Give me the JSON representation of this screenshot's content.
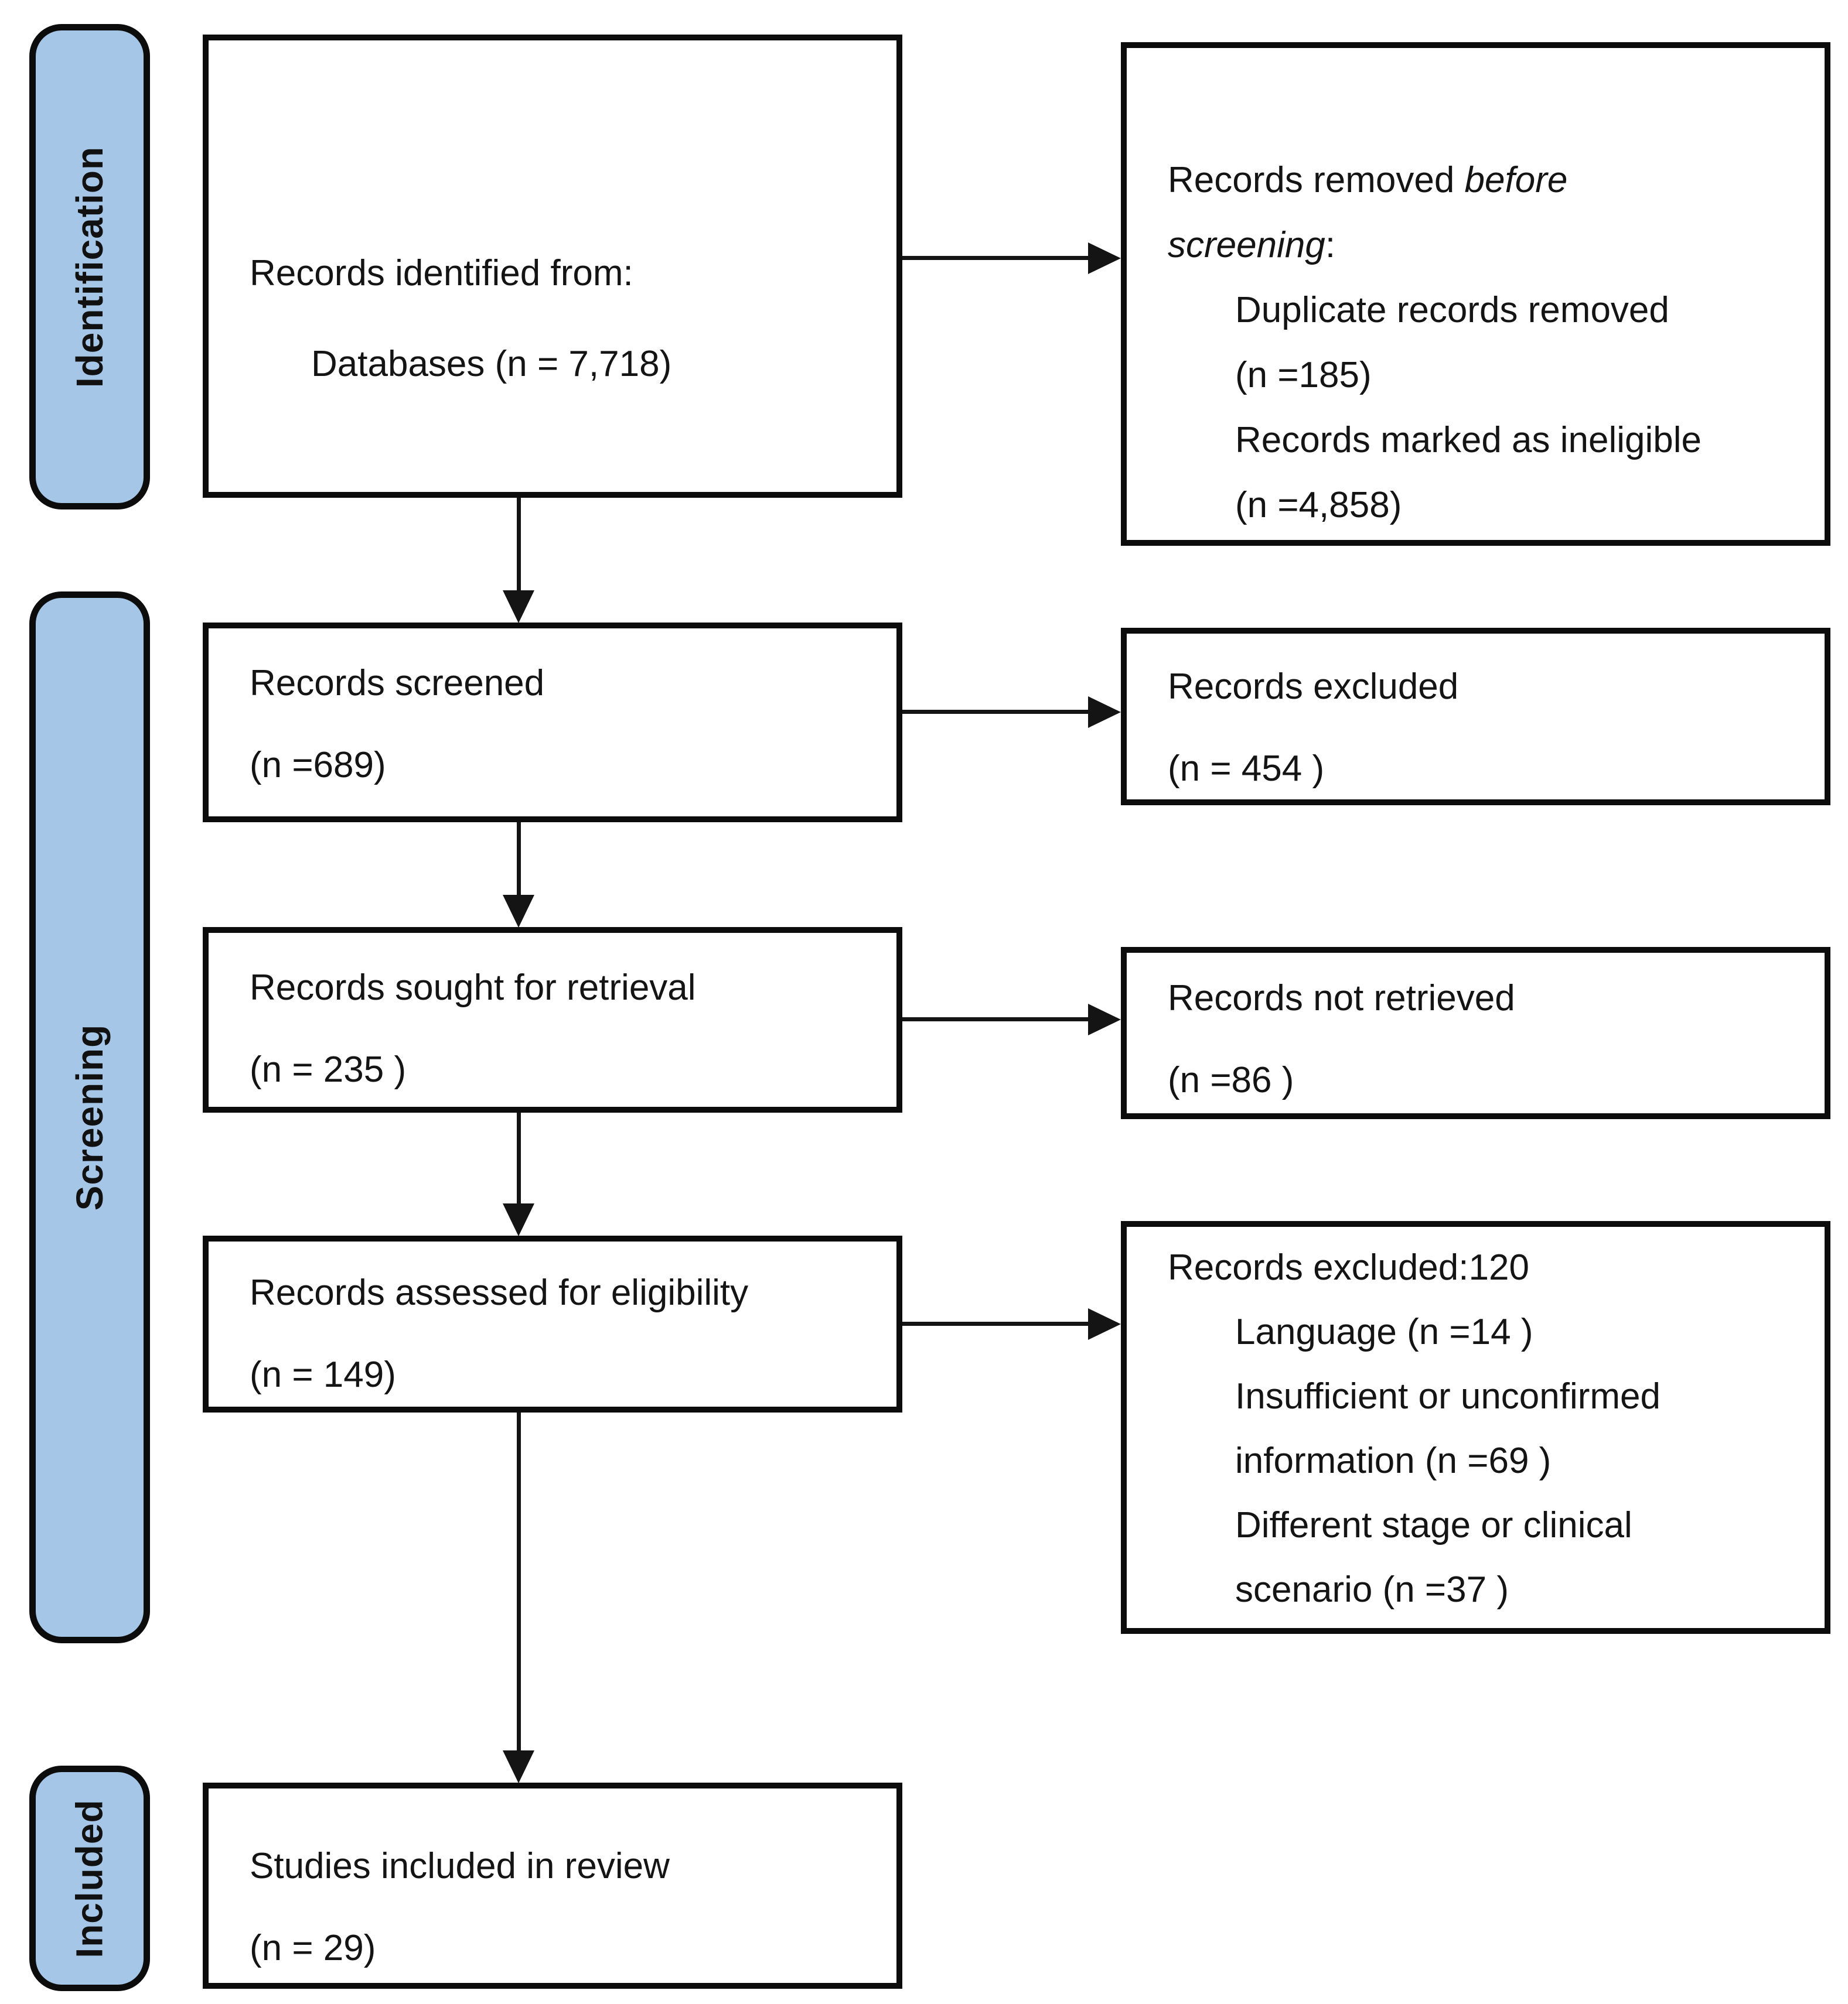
{
  "stages": [
    {
      "label": "Identification"
    },
    {
      "label": "Screening"
    },
    {
      "label": "Included"
    }
  ],
  "boxes": {
    "identified": {
      "line1": "Records identified from:",
      "line2": "Databases (n = 7,718)"
    },
    "removed_before": {
      "line1_normal": "Records removed ",
      "line1_italic": "before",
      "line2_italic": "screening",
      "line2_normal": ":",
      "items": [
        "Duplicate records removed",
        "(n =185)",
        "Records marked as ineligible",
        "(n =4,858)"
      ]
    },
    "screened": {
      "line1": "Records screened",
      "line2": "(n =689)"
    },
    "excluded_screening": {
      "line1": "Records excluded",
      "line2": "(n = 454 )"
    },
    "sought_retrieval": {
      "line1": "Records sought for retrieval",
      "line2": "(n = 235 )"
    },
    "not_retrieved": {
      "line1": "Records not retrieved",
      "line2": "(n =86 )"
    },
    "assessed": {
      "line1": "Records assessed for eligibility",
      "line2": "(n = 149)"
    },
    "excluded_eligibility": {
      "line1": "Records excluded:120",
      "items": [
        "Language (n =14 )",
        "Insufficient or unconfirmed",
        "information (n =69 )",
        "Different stage or clinical",
        "scenario (n =37 )"
      ]
    },
    "included_review": {
      "line1": "Studies included in review",
      "line2": "(n = 29)"
    }
  },
  "colors": {
    "stage_fill": "#A5C6E6",
    "border": "#0c0c0c",
    "arrow": "#141414",
    "background": "#ffffff"
  }
}
